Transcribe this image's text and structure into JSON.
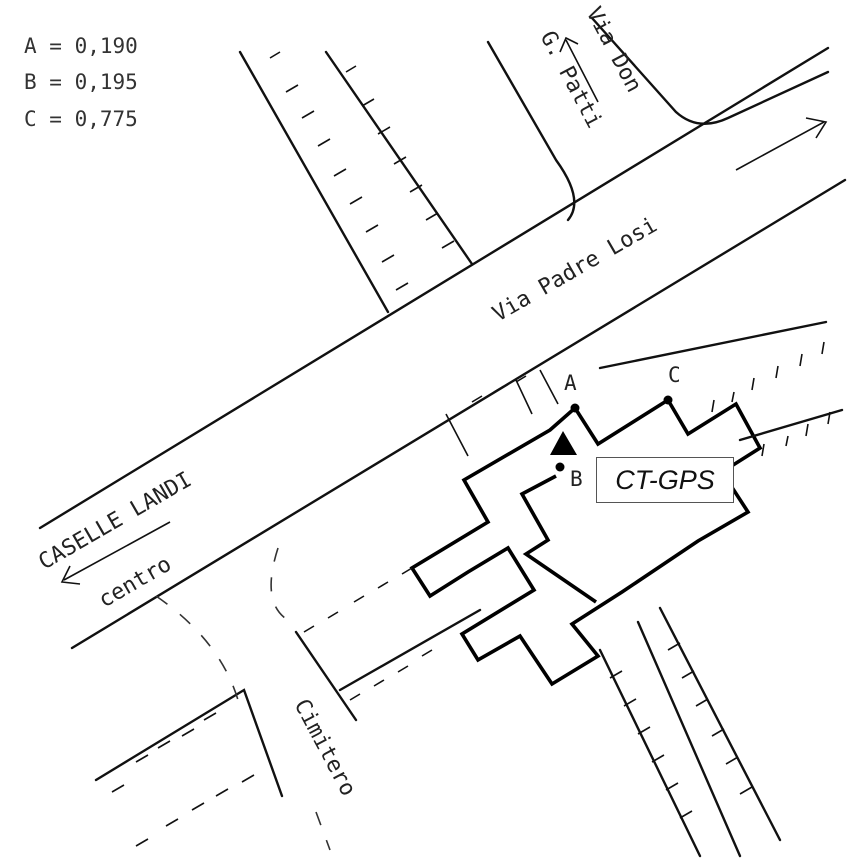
{
  "legend": {
    "line_a": "A = 0,190",
    "line_b": "B = 0,195",
    "line_c": "C = 0,775"
  },
  "streets": {
    "via_don_line1": "Via Don",
    "via_don_line2": "G. Patti",
    "via_padre_losi": "Via Padre Losi",
    "caselle_landi": "CASELLE LANDI",
    "centro": "centro",
    "cimitero": "Cimitero"
  },
  "points": {
    "a": "A",
    "b": "B",
    "c": "C"
  },
  "station_label": "CT-GPS",
  "icons": {
    "station_marker": "filled-triangle-icon",
    "direction_arrows": "arrow-icon"
  }
}
